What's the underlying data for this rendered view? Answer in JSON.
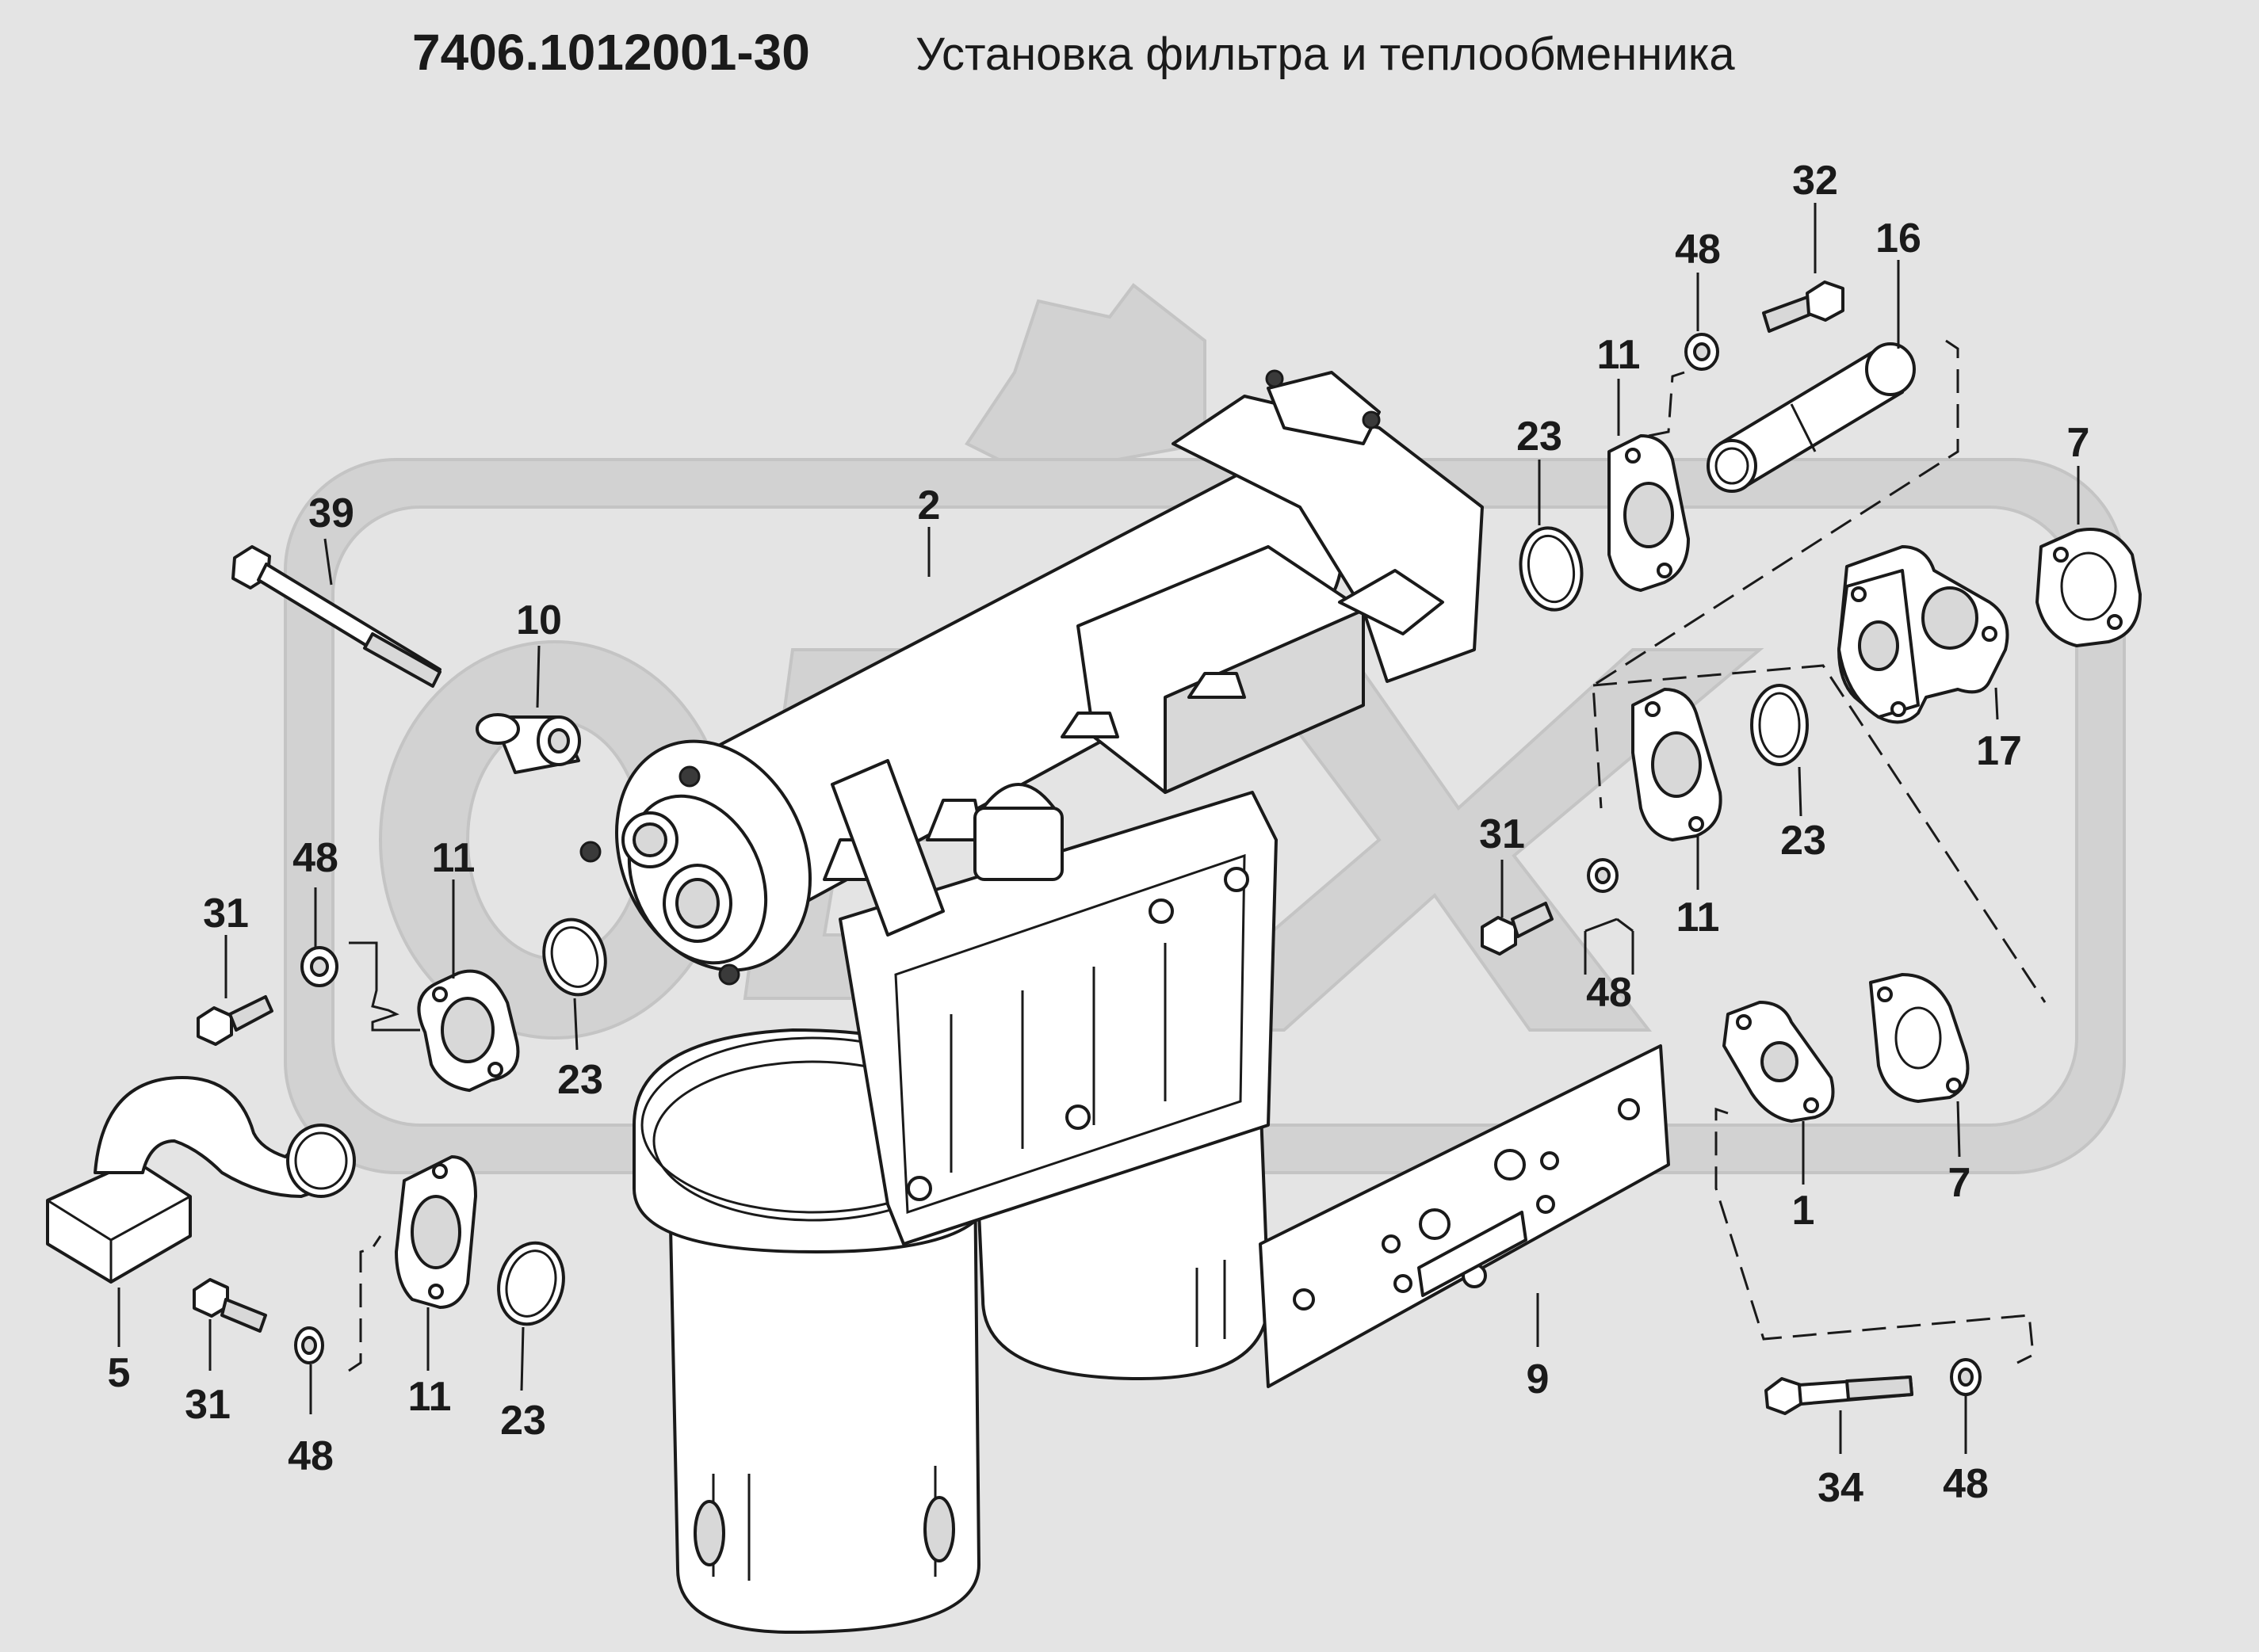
{
  "title": {
    "code": "7406.1012001-30",
    "name": "Установка фильтра и теплообменника"
  },
  "callouts": [
    {
      "id": "c-39",
      "text": "39"
    },
    {
      "id": "c-10",
      "text": "10"
    },
    {
      "id": "c-2",
      "text": "2"
    },
    {
      "id": "c-48-left-upper",
      "text": "48"
    },
    {
      "id": "c-31-left-upper",
      "text": "31"
    },
    {
      "id": "c-11-left-upper",
      "text": "11"
    },
    {
      "id": "c-23-left-upper",
      "text": "23"
    },
    {
      "id": "c-5",
      "text": "5"
    },
    {
      "id": "c-31-left-lower",
      "text": "31"
    },
    {
      "id": "c-48-left-lower",
      "text": "48"
    },
    {
      "id": "c-11-left-lower",
      "text": "11"
    },
    {
      "id": "c-23-left-lower",
      "text": "23"
    },
    {
      "id": "c-32",
      "text": "32"
    },
    {
      "id": "c-48-top-right",
      "text": "48"
    },
    {
      "id": "c-16",
      "text": "16"
    },
    {
      "id": "c-11-top-right",
      "text": "11"
    },
    {
      "id": "c-23-top-right",
      "text": "23"
    },
    {
      "id": "c-7-upper",
      "text": "7"
    },
    {
      "id": "c-17",
      "text": "17"
    },
    {
      "id": "c-23-middle-right",
      "text": "23"
    },
    {
      "id": "c-11-middle-right",
      "text": "11"
    },
    {
      "id": "c-31-middle",
      "text": "31"
    },
    {
      "id": "c-48-middle",
      "text": "48"
    },
    {
      "id": "c-1",
      "text": "1"
    },
    {
      "id": "c-7-lower",
      "text": "7"
    },
    {
      "id": "c-9",
      "text": "9"
    },
    {
      "id": "c-34",
      "text": "34"
    },
    {
      "id": "c-48-bottom-right",
      "text": "48"
    }
  ]
}
